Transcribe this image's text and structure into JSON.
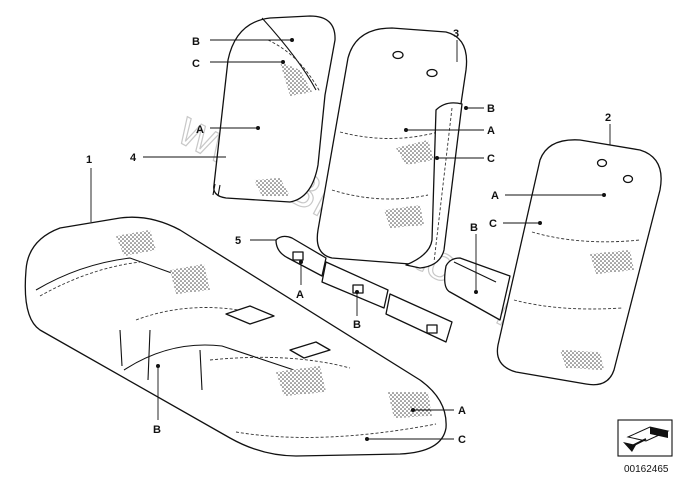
{
  "watermark": "www.BMWstore.pl",
  "diagram_code": "00162465",
  "callouts": {
    "n1": "1",
    "n2": "2",
    "n3": "3",
    "n4": "4",
    "n5": "5",
    "a": "A",
    "b": "B",
    "c": "C"
  },
  "icons": {
    "corner": "arrow-icon"
  }
}
